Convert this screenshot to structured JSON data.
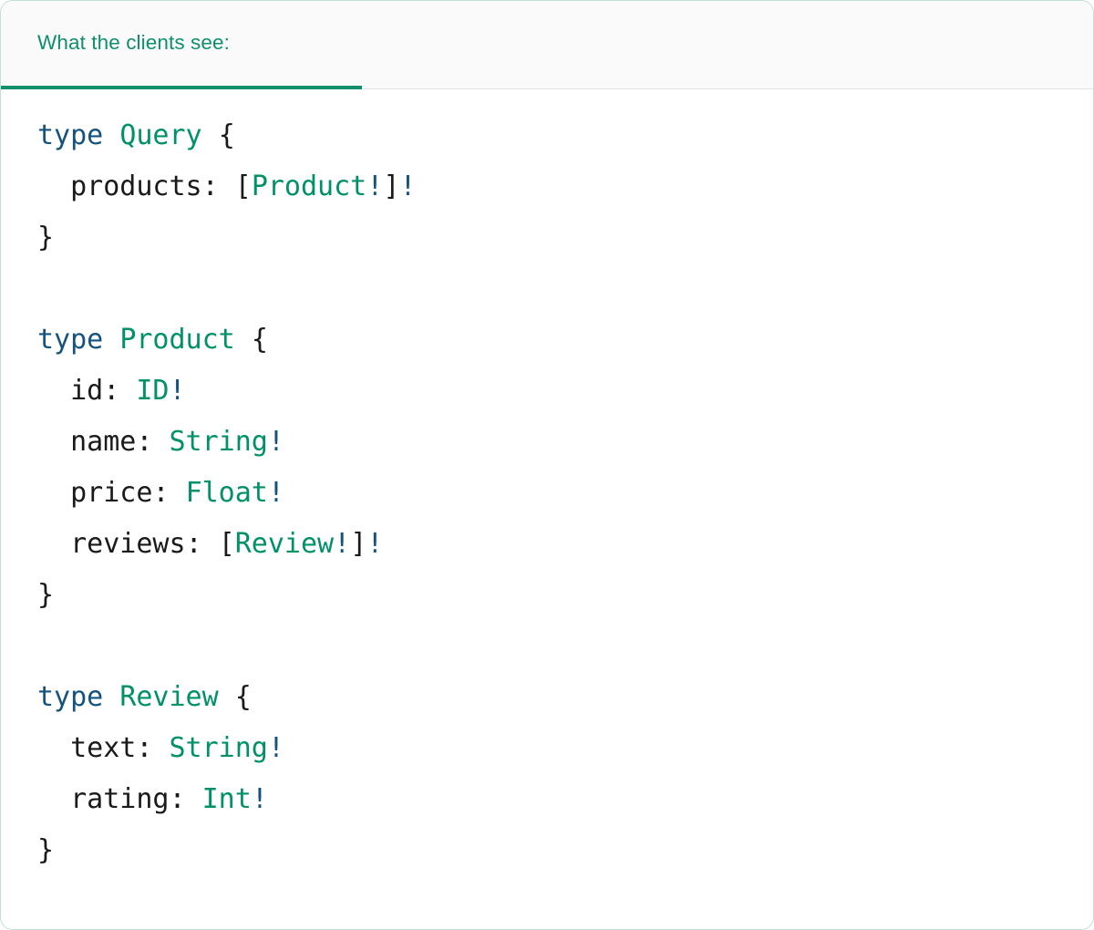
{
  "card": {
    "accent_green": "#0f8f6b",
    "border_color": "#bfe0d2",
    "header_background": "#fafafa"
  },
  "header": {
    "tab_label": "What the clients see:"
  },
  "code": {
    "language": "graphql",
    "colors": {
      "keyword": "#15537f",
      "type_name": "#009168",
      "field_name": "#1a1a1a",
      "punctuation": "#1a1a1a",
      "non_null_bang": "#15537f"
    },
    "lines": [
      {
        "id": "l1",
        "tokens": [
          {
            "t": "type",
            "c": "kw"
          },
          {
            "t": " ",
            "c": "plain"
          },
          {
            "t": "Query",
            "c": "type"
          },
          {
            "t": " ",
            "c": "plain"
          },
          {
            "t": "{",
            "c": "punct"
          }
        ]
      },
      {
        "id": "l2",
        "tokens": [
          {
            "t": "  products",
            "c": "field"
          },
          {
            "t": ": ",
            "c": "field"
          },
          {
            "t": "[",
            "c": "punct"
          },
          {
            "t": "Product",
            "c": "type"
          },
          {
            "t": "!",
            "c": "bang"
          },
          {
            "t": "]",
            "c": "punct"
          },
          {
            "t": "!",
            "c": "bang"
          }
        ]
      },
      {
        "id": "l3",
        "tokens": [
          {
            "t": "}",
            "c": "punct"
          }
        ]
      },
      {
        "id": "l4",
        "tokens": []
      },
      {
        "id": "l5",
        "tokens": [
          {
            "t": "type",
            "c": "kw"
          },
          {
            "t": " ",
            "c": "plain"
          },
          {
            "t": "Product",
            "c": "type"
          },
          {
            "t": " ",
            "c": "plain"
          },
          {
            "t": "{",
            "c": "punct"
          }
        ]
      },
      {
        "id": "l6",
        "tokens": [
          {
            "t": "  id",
            "c": "field"
          },
          {
            "t": ": ",
            "c": "field"
          },
          {
            "t": "ID",
            "c": "type"
          },
          {
            "t": "!",
            "c": "bang"
          }
        ]
      },
      {
        "id": "l7",
        "tokens": [
          {
            "t": "  name",
            "c": "field"
          },
          {
            "t": ": ",
            "c": "field"
          },
          {
            "t": "String",
            "c": "type"
          },
          {
            "t": "!",
            "c": "bang"
          }
        ]
      },
      {
        "id": "l8",
        "tokens": [
          {
            "t": "  price",
            "c": "field"
          },
          {
            "t": ": ",
            "c": "field"
          },
          {
            "t": "Float",
            "c": "type"
          },
          {
            "t": "!",
            "c": "bang"
          }
        ]
      },
      {
        "id": "l9",
        "tokens": [
          {
            "t": "  reviews",
            "c": "field"
          },
          {
            "t": ": ",
            "c": "field"
          },
          {
            "t": "[",
            "c": "punct"
          },
          {
            "t": "Review",
            "c": "type"
          },
          {
            "t": "!",
            "c": "bang"
          },
          {
            "t": "]",
            "c": "punct"
          },
          {
            "t": "!",
            "c": "bang"
          }
        ]
      },
      {
        "id": "l10",
        "tokens": [
          {
            "t": "}",
            "c": "punct"
          }
        ]
      },
      {
        "id": "l11",
        "tokens": []
      },
      {
        "id": "l12",
        "tokens": [
          {
            "t": "type",
            "c": "kw"
          },
          {
            "t": " ",
            "c": "plain"
          },
          {
            "t": "Review",
            "c": "type"
          },
          {
            "t": " ",
            "c": "plain"
          },
          {
            "t": "{",
            "c": "punct"
          }
        ]
      },
      {
        "id": "l13",
        "tokens": [
          {
            "t": "  text",
            "c": "field"
          },
          {
            "t": ": ",
            "c": "field"
          },
          {
            "t": "String",
            "c": "type"
          },
          {
            "t": "!",
            "c": "bang"
          }
        ]
      },
      {
        "id": "l14",
        "tokens": [
          {
            "t": "  rating",
            "c": "field"
          },
          {
            "t": ": ",
            "c": "field"
          },
          {
            "t": "Int",
            "c": "type"
          },
          {
            "t": "!",
            "c": "bang"
          }
        ]
      },
      {
        "id": "l15",
        "tokens": [
          {
            "t": "}",
            "c": "punct"
          }
        ]
      }
    ],
    "plain_text": "type Query {\n  products: [Product!]!\n}\n\ntype Product {\n  id: ID!\n  name: String!\n  price: Float!\n  reviews: [Review!]!\n}\n\ntype Review {\n  text: String!\n  rating: Int!\n}"
  }
}
